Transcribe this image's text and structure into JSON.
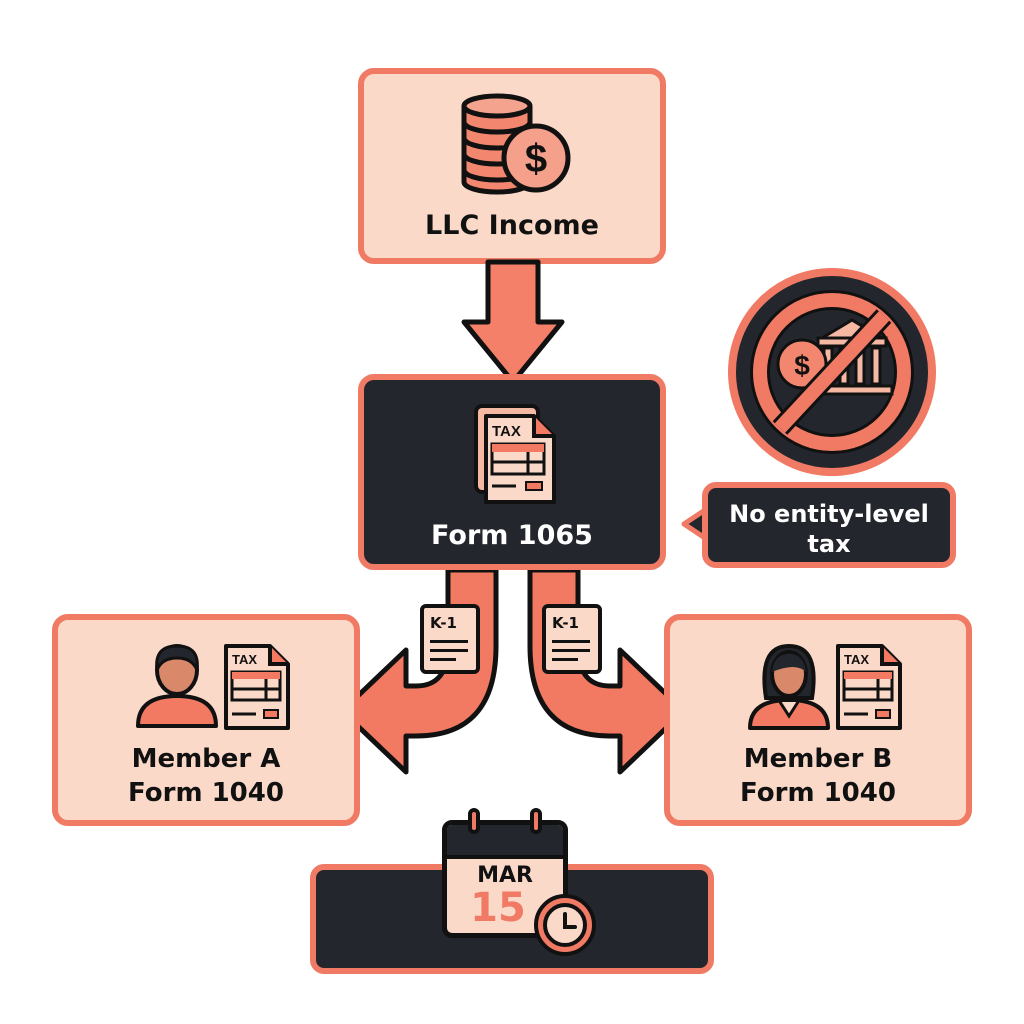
{
  "title": "LLC pass-through taxation flow",
  "colors": {
    "accent": "#f07a64",
    "light_fill": "#fbd9c9",
    "dark_fill": "#23262c",
    "outline": "#111111"
  },
  "nodes": {
    "llc_income": {
      "label": "LLC Income",
      "icon": "coins-dollar-icon"
    },
    "form_1065": {
      "label": "Form 1065",
      "icon": "tax-document-icon",
      "doc_tag": "TAX"
    },
    "no_tax_badge": {
      "icon": "no-bank-tax-icon",
      "callout": "No entity-level tax",
      "callout_line1": "No entity-level",
      "callout_line2": "tax"
    },
    "member_a": {
      "line1": "Member A",
      "line2": "Form 1040",
      "icon": "male-person-icon",
      "doc_tag": "TAX"
    },
    "member_b": {
      "line1": "Member B",
      "line2": "Form 1040",
      "icon": "female-person-icon",
      "doc_tag": "TAX"
    },
    "deadline": {
      "month": "MAR",
      "day": "15",
      "icon": "calendar-clock-icon"
    }
  },
  "edges": [
    {
      "from": "llc_income",
      "to": "form_1065",
      "label": ""
    },
    {
      "from": "form_1065",
      "to": "member_a",
      "label": "K-1"
    },
    {
      "from": "form_1065",
      "to": "member_b",
      "label": "K-1"
    }
  ]
}
